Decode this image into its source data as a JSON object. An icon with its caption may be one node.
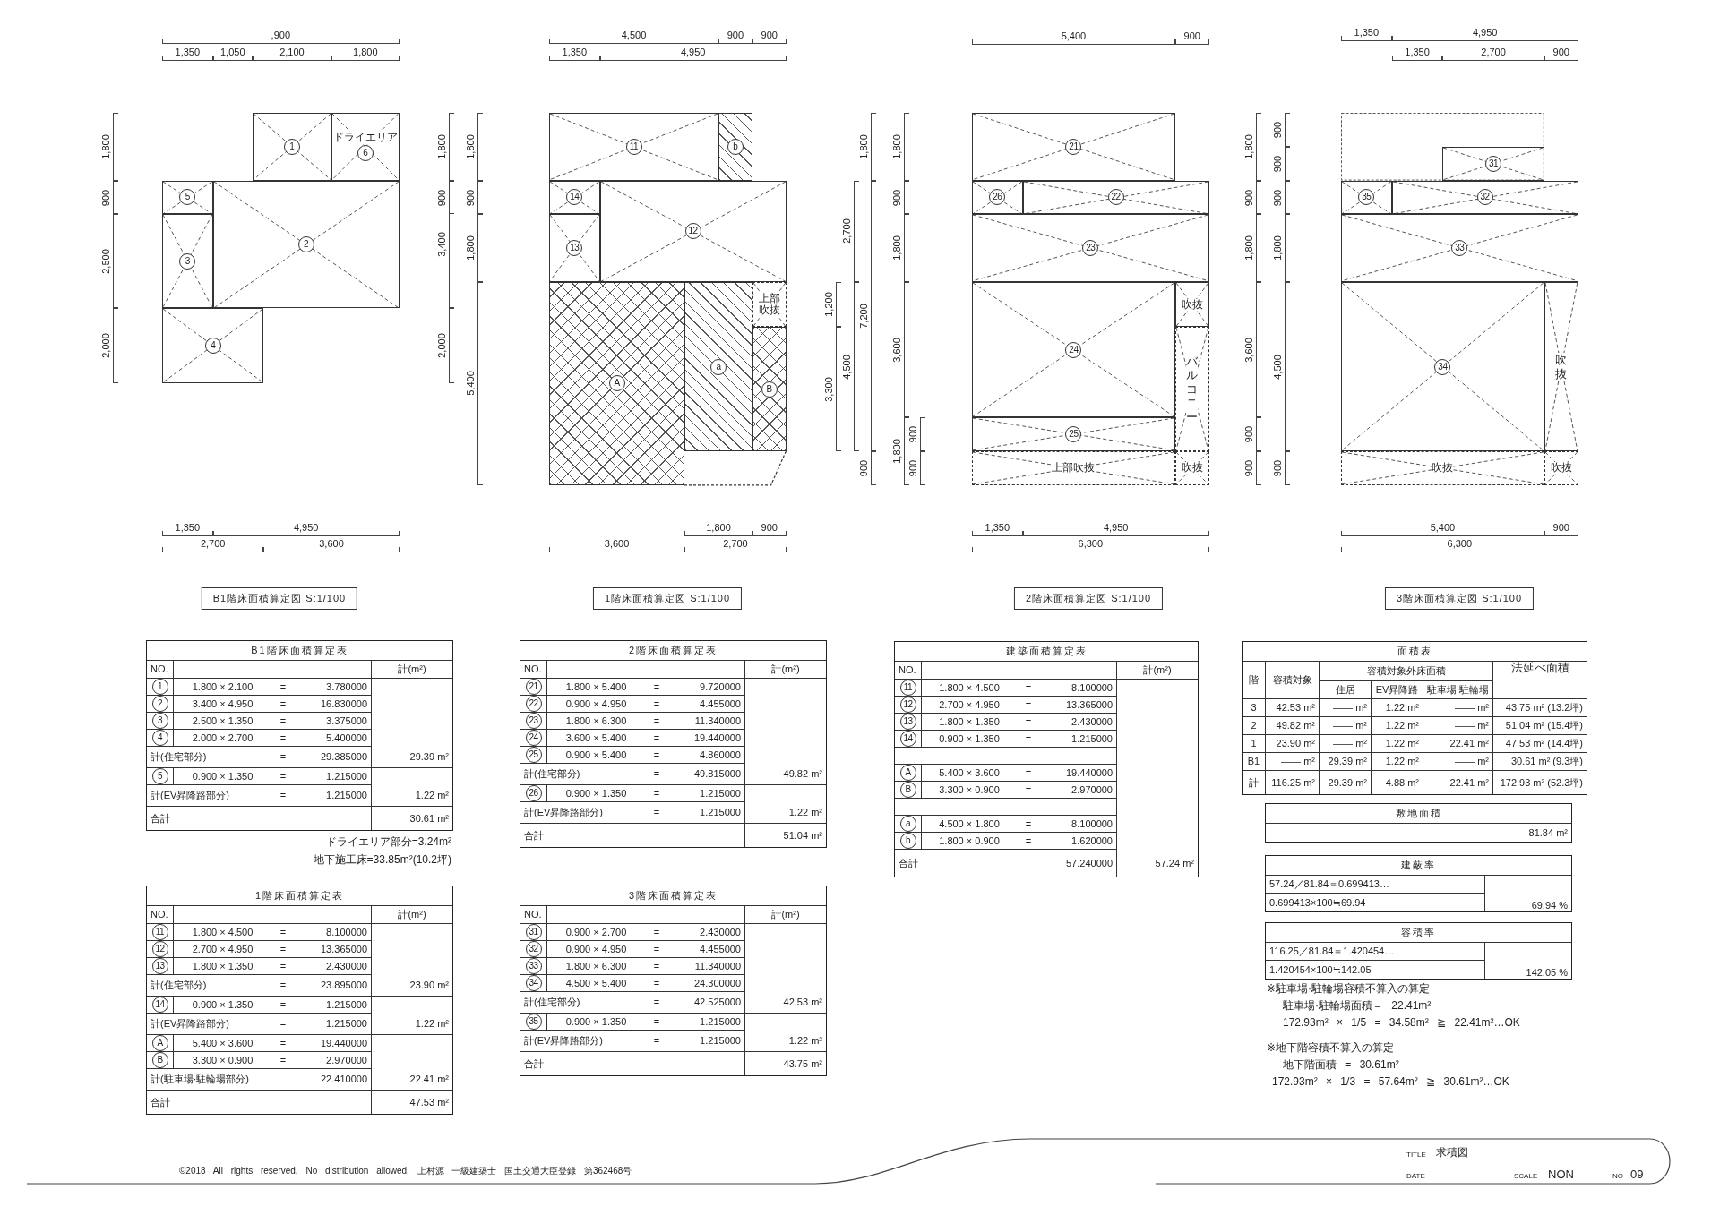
{
  "diagram": {
    "nodes": [
      {
        "text": [
          "1"
        ]
      },
      {
        "text": [
          "ドライエリア",
          "6"
        ]
      },
      {
        "text": [
          "5"
        ]
      },
      {
        "text": [
          "2"
        ]
      },
      {
        "text": [
          "3"
        ]
      },
      {
        "text": [
          "4"
        ]
      },
      {
        "text": [
          "11"
        ]
      },
      {
        "text": [
          "b"
        ]
      },
      {
        "text": [
          "14"
        ]
      },
      {
        "text": [
          "12"
        ]
      },
      {
        "text": [
          "13"
        ]
      },
      {
        "text": [
          "上部吹抜"
        ]
      },
      {
        "text": [
          "A"
        ]
      },
      {
        "text": [
          "a"
        ]
      },
      {
        "text": [
          "B"
        ]
      },
      {
        "text": [
          "21"
        ]
      },
      {
        "text": [
          "26"
        ]
      },
      {
        "text": [
          "22"
        ]
      },
      {
        "text": [
          "23"
        ]
      },
      {
        "text": [
          "24"
        ]
      },
      {
        "text": [
          "吹抜"
        ]
      },
      {
        "text": [
          "バルコニー"
        ]
      },
      {
        "text": [
          "25"
        ]
      },
      {
        "text": [
          "上部吹抜"
        ]
      },
      {
        "text": [
          "吹抜"
        ]
      },
      {
        "text": [
          "31"
        ]
      },
      {
        "text": [
          "35"
        ]
      },
      {
        "text": [
          "32"
        ]
      },
      {
        "text": [
          "33"
        ]
      },
      {
        "text": [
          "34"
        ]
      },
      {
        "text": [
          "吹抜"
        ]
      },
      {
        "text": [
          "吹抜"
        ]
      },
      {
        "text": [
          "吹抜"
        ]
      },
      {
        "text": [
          "B1階床面積算定図 S:1/100"
        ]
      },
      {
        "text": [
          "1階床面積算定図 S:1/100"
        ]
      },
      {
        "text": [
          "2階床面積算定図 S:1/100"
        ]
      },
      {
        "text": [
          "3階床面積算定図 S:1/100"
        ]
      },
      {
        "text": [
          "B1階床面積算定表",
          "NO.",
          "計(m²)",
          "1",
          "1.800 × 2.100",
          "=",
          "3.780000",
          "2",
          "3.400 × 4.950",
          "=",
          "16.830000",
          "3",
          "2.500 × 1.350",
          "=",
          "3.375000",
          "4",
          "2.000 × 2.700",
          "=",
          "5.400000",
          "計(住宅部分)",
          "=",
          "29.385000",
          "29.39 m²",
          "5",
          "0.900 × 1.350",
          "=",
          "1.215000",
          "計(EV昇降路部分)",
          "=",
          "1.215000",
          "1.22 m²",
          "合計",
          "30.61 m²"
        ]
      },
      {
        "text": [
          "1階床面積算定表",
          "NO.",
          "計(m²)",
          "11",
          "1.800 × 4.500",
          "=",
          "8.100000",
          "12",
          "2.700 × 4.950",
          "=",
          "13.365000",
          "13",
          "1.800 × 1.350",
          "=",
          "2.430000",
          "計(住宅部分)",
          "=",
          "23.895000",
          "23.90 m²",
          "14",
          "0.900 × 1.350",
          "=",
          "1.215000",
          "計(EV昇降路部分)",
          "=",
          "1.215000",
          "1.22 m²",
          "A",
          "5.400 × 3.600",
          "=",
          "19.440000",
          "B",
          "3.300 × 0.900",
          "=",
          "2.970000",
          "計(駐車場·駐輪場部分)",
          "22.410000",
          "22.41 m²",
          "合計",
          "47.53 m²"
        ]
      },
      {
        "text": [
          "2階床面積算定表",
          "NO.",
          "計(m²)",
          "21",
          "1.800 × 5.400",
          "=",
          "9.720000",
          "22",
          "0.900 × 4.950",
          "=",
          "4.455000",
          "23",
          "1.800 × 6.300",
          "=",
          "11.340000",
          "24",
          "3.600 × 5.400",
          "=",
          "19.440000",
          "25",
          "0.900 × 5.400",
          "=",
          "4.860000",
          "計(住宅部分)",
          "=",
          "49.815000",
          "49.82 m²",
          "26",
          "0.900 × 1.350",
          "=",
          "1.215000",
          "計(EV昇降路部分)",
          "=",
          "1.215000",
          "1.22 m²",
          "合計",
          "51.04 m²"
        ]
      },
      {
        "text": [
          "3階床面積算定表",
          "NO.",
          "計(m²)",
          "31",
          "0.900 × 2.700",
          "=",
          "2.430000",
          "32",
          "0.900 × 4.950",
          "=",
          "4.455000",
          "33",
          "1.800 × 6.300",
          "=",
          "11.340000",
          "34",
          "4.500 × 5.400",
          "=",
          "24.300000",
          "計(住宅部分)",
          "=",
          "42.525000",
          "42.53 m²",
          "35",
          "0.900 × 1.350",
          "=",
          "1.215000",
          "計(EV昇降路部分)",
          "=",
          "1.215000",
          "1.22 m²",
          "合計",
          "43.75 m²"
        ]
      },
      {
        "text": [
          "建築面積算定表",
          "NO.",
          "計(m²)",
          "11",
          "1.800 × 4.500",
          "=",
          "8.100000",
          "12",
          "2.700 × 4.950",
          "=",
          "13.365000",
          "13",
          "1.800 × 1.350",
          "=",
          "2.430000",
          "14",
          "0.900 × 1.350",
          "=",
          "1.215000",
          "A",
          "5.400 × 3.600",
          "=",
          "19.440000",
          "B",
          "3.300 × 0.900",
          "=",
          "2.970000",
          "a",
          "4.500 × 1.800",
          "=",
          "8.100000",
          "b",
          "1.800 × 0.900",
          "=",
          "1.620000",
          "合計",
          "57.240000",
          "57.24 m²"
        ]
      },
      {
        "text": [
          "面積表",
          "階",
          "容積対象",
          "容積対象外床面積",
          "法延べ面積",
          "住居",
          "EV昇降路",
          "駐車場·駐輪場",
          "3",
          "42.53 m²",
          "―― m²",
          "1.22 m²",
          "―― m²",
          "43.75 m² (13.2坪)",
          "2",
          "49.82 m²",
          "―― m²",
          "1.22 m²",
          "―― m²",
          "51.04 m² (15.4坪)",
          "1",
          "23.90 m²",
          "―― m²",
          "1.22 m²",
          "22.41 m²",
          "47.53 m² (14.4坪)",
          "B1",
          "―― m²",
          "29.39 m²",
          "1.22 m²",
          "―― m²",
          "30.61 m² (9.3坪)",
          "計",
          "116.25 m²",
          "29.39 m²",
          "4.88 m²",
          "22.41 m²",
          "172.93 m² (52.3坪)"
        ]
      },
      {
        "text": [
          "敷地面積",
          "81.84 m²"
        ]
      },
      {
        "text": [
          "建蔽率",
          "57.24／81.84＝0.699413…",
          "0.699413×100≒69.94",
          "69.94 %"
        ]
      },
      {
        "text": [
          "容積率",
          "116.25／81.84＝1.420454…",
          "1.420454×100≒142.05",
          "142.05 %"
        ]
      }
    ],
    "labels": [
      ",900",
      "1,350",
      "1,050",
      "2,100",
      "1,800",
      "1,800",
      "900",
      "2,500",
      "2,000",
      "1,800",
      "900",
      "3,400",
      "2,000",
      "1,350",
      "4,950",
      "2,700",
      "3,600",
      "4,500",
      "900",
      "900",
      "1,350",
      "4,950",
      "1,800",
      "900",
      "1,800",
      "5,400",
      "1,800",
      "900",
      "3,600",
      "2,700",
      "5,400",
      "900",
      "1,200",
      "3,300",
      "2,700",
      "4,500",
      "1,800",
      "7,200",
      "900",
      "1,800",
      "900",
      "1,800",
      "3,600",
      "1,800",
      "900",
      "900",
      "1,350",
      "4,950",
      "6,300",
      "1,350",
      "4,950",
      "1,350",
      "2,700",
      "900",
      "1,800",
      "900",
      "1,800",
      "3,600",
      "900",
      "900",
      "900",
      "900",
      "900",
      "1,800",
      "4,500",
      "900",
      "5,400",
      "900",
      "6,300",
      "ドライエリア部分=3.24m²",
      "地下施工床=33.85m²(10.2坪)",
      "※駐車場·駐輪場容積不算入の算定",
      "駐車場·駐輪場面積＝ 22.41m²",
      "172.93m² × 1/5 = 34.58m² ≧ 22.41m²…OK",
      "※地下階容積不算入の算定",
      "地下階面積 = 30.61m²",
      "172.93m² × 1/3 = 57.64m² ≧ 30.61m²…OK",
      "©2018 All rights reserved. No distribution allowed. 上村源 一級建築士 国土交通大臣登録 第362468号",
      "TITLE",
      "求積図",
      "DATE",
      "SCALE",
      "NON",
      "NO",
      "09"
    ]
  }
}
